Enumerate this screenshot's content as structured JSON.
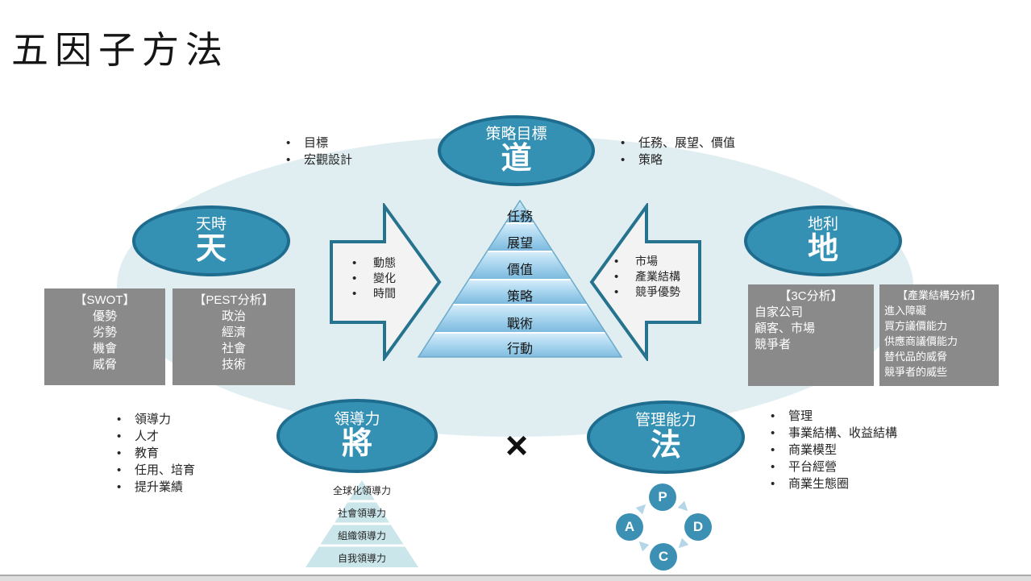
{
  "slide": {
    "title": "五因子方法"
  },
  "factors": {
    "dao": {
      "label": "策略目標",
      "char": "道"
    },
    "tian": {
      "label": "天時",
      "char": "天"
    },
    "di": {
      "label": "地利",
      "char": "地"
    },
    "jiang": {
      "label": "領導力",
      "char": "將"
    },
    "fa": {
      "label": "管理能力",
      "char": "法"
    }
  },
  "notes": {
    "dao_left": [
      "目標",
      "宏觀設計"
    ],
    "dao_right": [
      "任務、展望、價值",
      "策略"
    ],
    "jiang_left": [
      "領導力",
      "人才",
      "教育",
      "任用、培育",
      "提升業績"
    ],
    "fa_right": [
      "管理",
      "事業結構、收益結構",
      "商業模型",
      "平台經營",
      "商業生態圈"
    ]
  },
  "arrow_left": {
    "items": [
      "動態",
      "變化",
      "時間"
    ]
  },
  "arrow_right": {
    "items": [
      "市場",
      "產業結構",
      "競爭優勢"
    ]
  },
  "strategy_pyramid": {
    "levels": [
      "任務",
      "展望",
      "價值",
      "策略",
      "戰術",
      "行動"
    ]
  },
  "leadership_pyramid": {
    "levels": [
      "全球化領導力",
      "社會領導力",
      "組織領導力",
      "自我領導力"
    ]
  },
  "analysis_boxes": {
    "swot": {
      "title": "【SWOT】",
      "items": [
        "優勢",
        "劣勢",
        "機會",
        "威脅"
      ]
    },
    "pest": {
      "title": "【PEST分析】",
      "items": [
        "政治",
        "經濟",
        "社會",
        "技術"
      ]
    },
    "c3": {
      "title": "【3C分析】",
      "items": [
        "自家公司",
        "顧客、市場",
        "競爭者"
      ]
    },
    "industry": {
      "title": "【產業結構分析】",
      "items": [
        "進入障礙",
        "買方議價能力",
        "供應商議價能力",
        "替代品的威脅",
        "競爭者的威些"
      ]
    }
  },
  "operators": {
    "multiply": "×"
  },
  "pdca": {
    "items": [
      "P",
      "D",
      "C",
      "A"
    ]
  },
  "colors": {
    "ellipse_fill": "#3591b4",
    "ellipse_border": "#1f6d8e",
    "analysis_box_gray": "#8a8a8a",
    "background_ellipse": "#e0eef2",
    "pyramid_blue": "#a9d6ef",
    "leadership_pyramid_teal": "#cbe6ea"
  }
}
